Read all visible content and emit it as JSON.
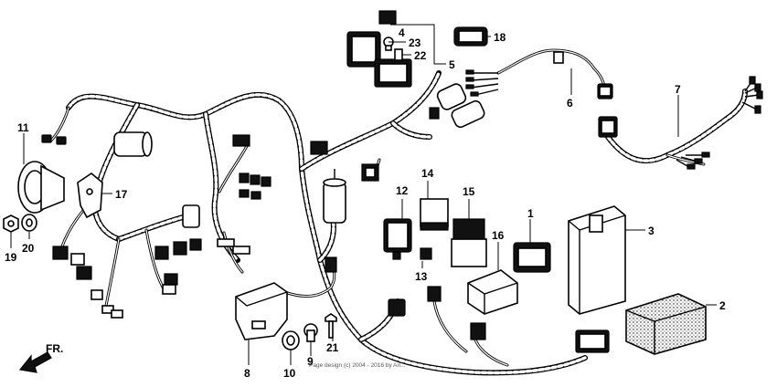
{
  "diagram": {
    "direction_label": "FR.",
    "watermark": "Page design (c) 2004 - 2016 by Ari...",
    "callouts": [
      {
        "id": "c1",
        "text": "1"
      },
      {
        "id": "c2",
        "text": "2"
      },
      {
        "id": "c3",
        "text": "3"
      },
      {
        "id": "c4",
        "text": "4"
      },
      {
        "id": "c5",
        "text": "5"
      },
      {
        "id": "c6",
        "text": "6"
      },
      {
        "id": "c7",
        "text": "7"
      },
      {
        "id": "c8",
        "text": "8"
      },
      {
        "id": "c9",
        "text": "9"
      },
      {
        "id": "c10",
        "text": "10"
      },
      {
        "id": "c11",
        "text": "11"
      },
      {
        "id": "c12",
        "text": "12"
      },
      {
        "id": "c13",
        "text": "13"
      },
      {
        "id": "c14",
        "text": "14"
      },
      {
        "id": "c15",
        "text": "15"
      },
      {
        "id": "c16",
        "text": "16"
      },
      {
        "id": "c17",
        "text": "17"
      },
      {
        "id": "c18",
        "text": "18"
      },
      {
        "id": "c19",
        "text": "19"
      },
      {
        "id": "c20",
        "text": "20"
      },
      {
        "id": "c21",
        "text": "21"
      },
      {
        "id": "c22",
        "text": "22"
      },
      {
        "id": "c23",
        "text": "23"
      }
    ]
  }
}
